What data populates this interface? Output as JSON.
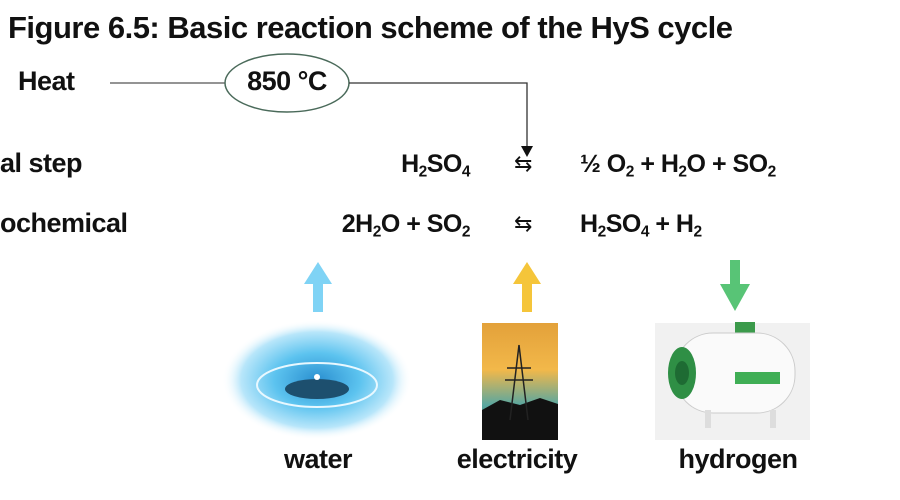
{
  "title": "Figure 6.5: Basic reaction scheme of the HyS cycle",
  "heat": {
    "label": "Heat",
    "temperature": "850 °C"
  },
  "steps": [
    {
      "label": "al step",
      "left": [
        "H",
        "2",
        "SO",
        "4"
      ],
      "right": [
        "½ O",
        "2",
        " + H",
        "2",
        "O + SO",
        "2"
      ]
    },
    {
      "label": "ochemical",
      "left": [
        "2H",
        "2",
        "O + SO",
        "2"
      ],
      "right": [
        "H",
        "2",
        "SO",
        "4",
        " + H",
        "2"
      ]
    }
  ],
  "equilibrium_symbol": "⇆",
  "inputs": [
    {
      "label": "water",
      "color": "#7fd3f5",
      "direction": "up"
    },
    {
      "label": "electricity",
      "color": "#f5c53a",
      "direction": "up"
    },
    {
      "label": "hydrogen",
      "color": "#58c476",
      "direction": "down"
    }
  ]
}
